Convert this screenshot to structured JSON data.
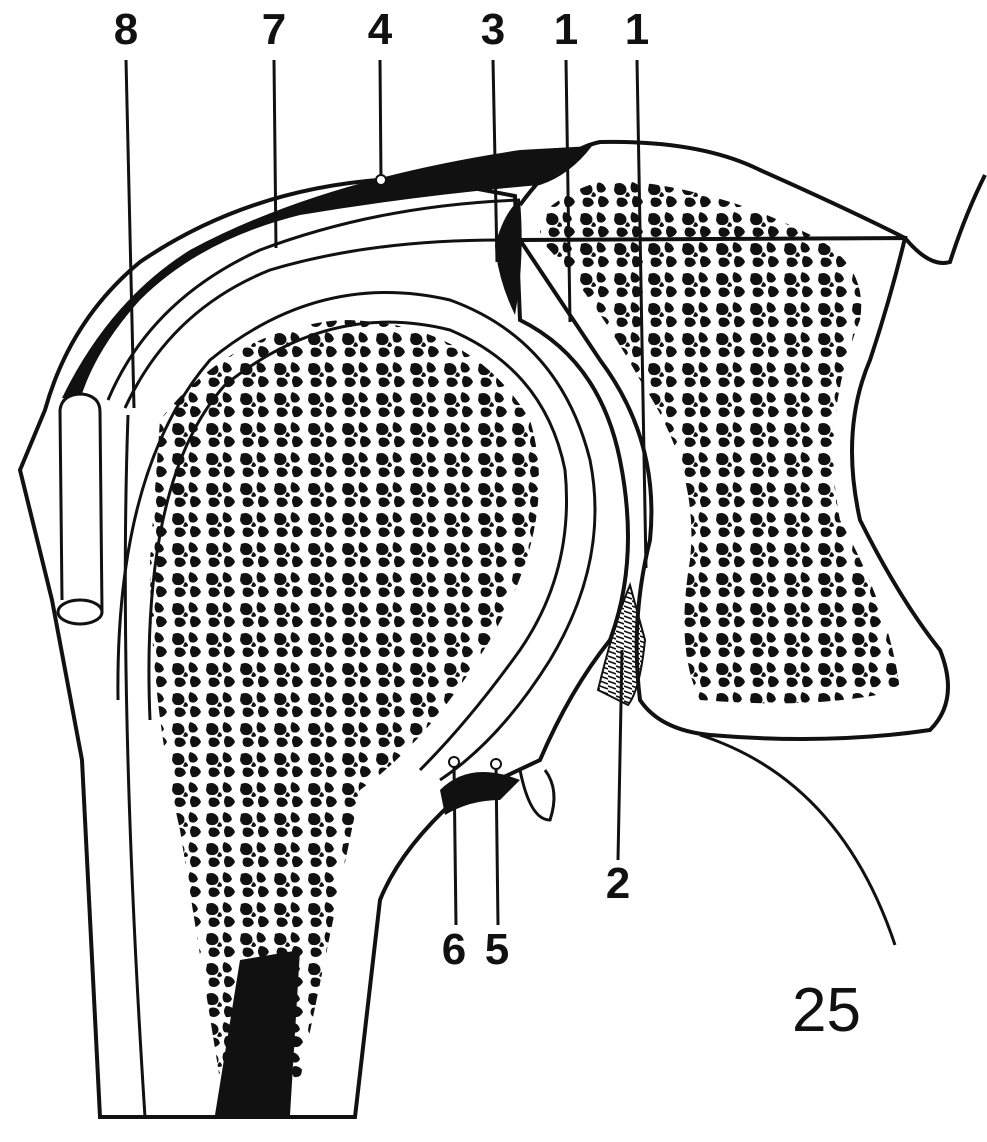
{
  "figure_number": "25",
  "callouts": {
    "top": [
      "8",
      "7",
      "4",
      "3",
      "1",
      "1"
    ],
    "bottom": [
      "6",
      "5",
      "2"
    ]
  },
  "colors": {
    "ink": "#111111",
    "paper": "#ffffff"
  }
}
